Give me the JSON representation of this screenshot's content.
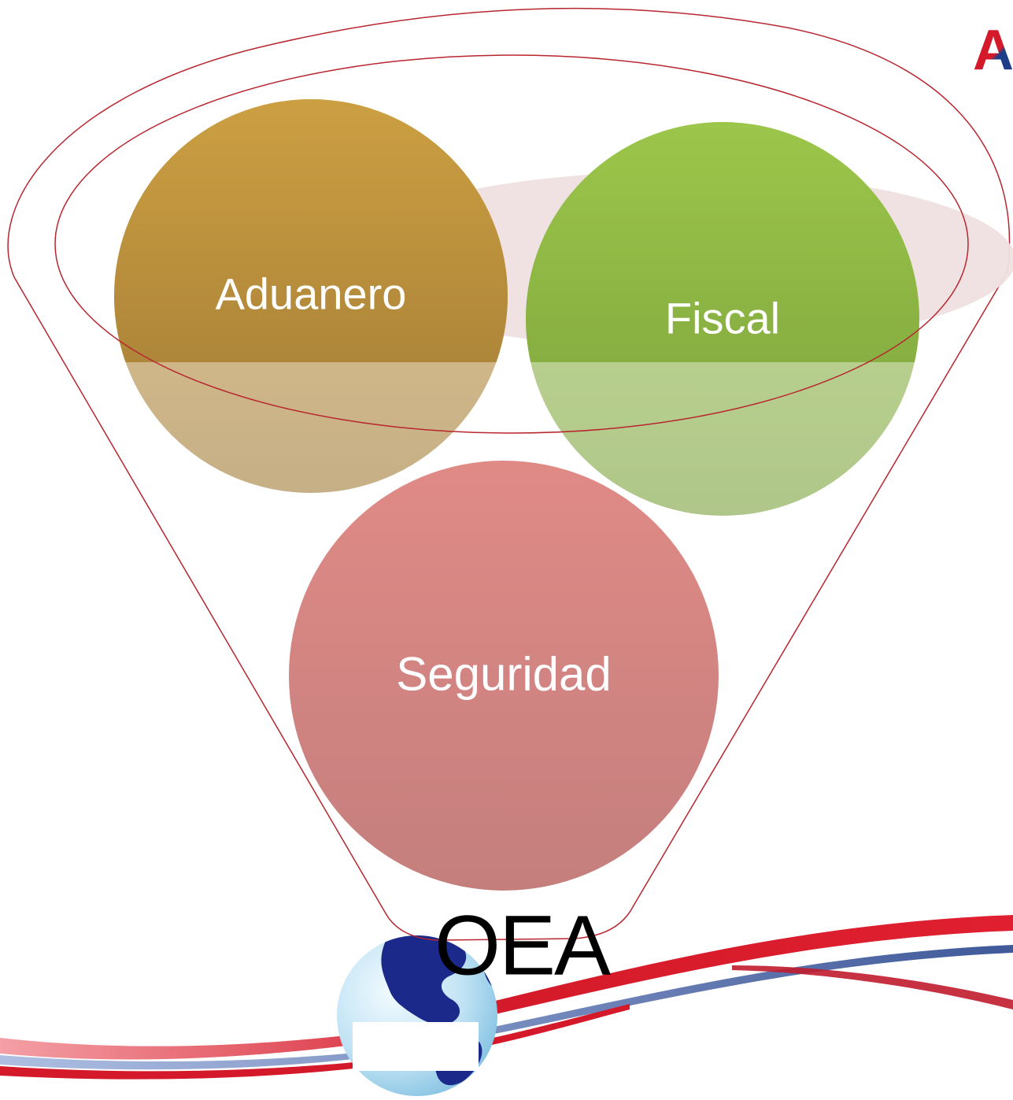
{
  "diagram": {
    "circles": [
      {
        "id": "aduanero",
        "label": "Aduanero"
      },
      {
        "id": "fiscal",
        "label": "Fiscal"
      },
      {
        "id": "seguridad",
        "label": "Seguridad"
      }
    ],
    "funnel_output": "OEA"
  },
  "logo": {
    "letter": "A"
  },
  "colors": {
    "aduanero_top": "#cc9f42",
    "aduanero_bottom": "#a07a35",
    "fiscal_top": "#9cc64a",
    "fiscal_bottom": "#7aa03c",
    "seguridad_top": "#e08a86",
    "seguridad_bottom": "#c47f7d",
    "funnel_stroke": "#b8262f",
    "swoosh_red": "#d41a2a",
    "swoosh_blue": "#1f3c88",
    "globe_ocean": "#b9dcf0",
    "globe_land": "#1b2a8a"
  }
}
